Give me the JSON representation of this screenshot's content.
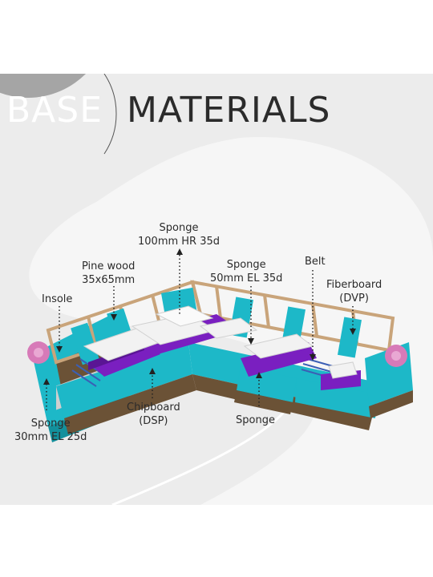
{
  "title": {
    "part1": "BASE",
    "part2": "MATERIALS"
  },
  "labels": {
    "sponge_top": {
      "line1": "Sponge",
      "line2": "100mm HR 35d"
    },
    "pine_wood": {
      "line1": "Pine wood",
      "line2": "35x65mm"
    },
    "sponge_mid": {
      "line1": "Sponge",
      "line2": "50mm EL 35d"
    },
    "belt": {
      "line1": "Belt"
    },
    "fiberboard": {
      "line1": "Fiberboard",
      "line2": "(DVP)"
    },
    "insole": {
      "line1": "Insole"
    },
    "sponge_left": {
      "line1": "Sponge",
      "line2": "30mm EL 25d"
    },
    "chipboard": {
      "line1": "Chipboard",
      "line2": "(DSP)"
    },
    "sponge_bottom": {
      "line1": "Sponge"
    }
  },
  "colors": {
    "panel": "#ececec",
    "blob": "#a5a5a5",
    "frame_wood": "#c9a47a",
    "chipboard": "#6b5236",
    "turquoise": "#1db8c8",
    "purple": "#7a1fc0",
    "foam": "#f2f2f2",
    "pink": "#d77ab8"
  }
}
